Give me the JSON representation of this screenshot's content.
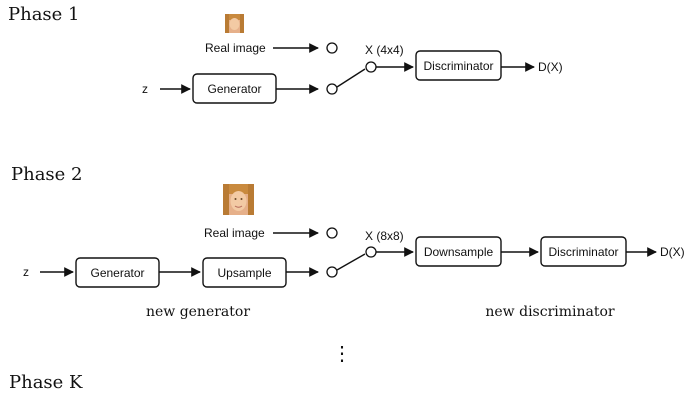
{
  "phases": [
    {
      "title": "Phase 1",
      "real_image_label": "Real image",
      "latent_label": "z",
      "generator_label": "Generator",
      "sample_label": "X (4x4)",
      "discriminator_label": "Discriminator",
      "output_label": "D(X)"
    },
    {
      "title": "Phase 2",
      "real_image_label": "Real image",
      "latent_label": "z",
      "generator_label": "Generator",
      "upsample_label": "Upsample",
      "sample_label": "X (8x8)",
      "downsample_label": "Downsample",
      "discriminator_label": "Discriminator",
      "output_label": "D(X)",
      "new_generator_label": "new generator",
      "new_discriminator_label": "new discriminator"
    },
    {
      "title": "Phase K"
    }
  ],
  "ellipsis": "⋮",
  "colors": {
    "stroke": "#111111",
    "portrait_bg": "#e8b58a",
    "portrait_hair": "#c98a3e",
    "portrait_face": "#f1c7a1"
  }
}
